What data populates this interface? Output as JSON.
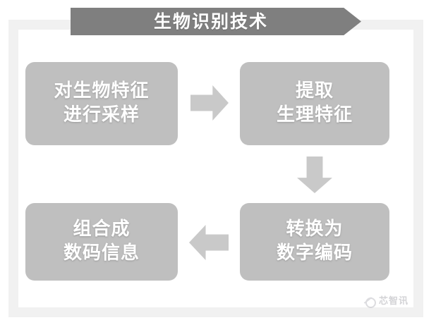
{
  "diagram": {
    "title": "生物识别技术",
    "boxes": [
      {
        "id": "sample",
        "line1": "对生物特征",
        "line2": "进行采样"
      },
      {
        "id": "extract",
        "line1": "提取",
        "line2": "生理特征"
      },
      {
        "id": "convert",
        "line1": "转换为",
        "line2": "数字编码"
      },
      {
        "id": "combine",
        "line1": "组合成",
        "line2": "数码信息"
      }
    ],
    "arrows": [
      {
        "id": "arrow-right",
        "direction": "right",
        "from": "sample",
        "to": "extract"
      },
      {
        "id": "arrow-down",
        "direction": "down",
        "from": "extract",
        "to": "convert"
      },
      {
        "id": "arrow-left",
        "direction": "left",
        "from": "convert",
        "to": "combine"
      }
    ]
  },
  "watermark": {
    "text": "芯智讯",
    "icon": "swirl-logo-icon"
  },
  "colors": {
    "banner": "#7f7f7f",
    "box_fill": "#bfbfbf",
    "box_text": "#ffffff",
    "arrow": "#c9c9c9",
    "frame": "#f1f1f1",
    "panel": "#ffffff"
  }
}
